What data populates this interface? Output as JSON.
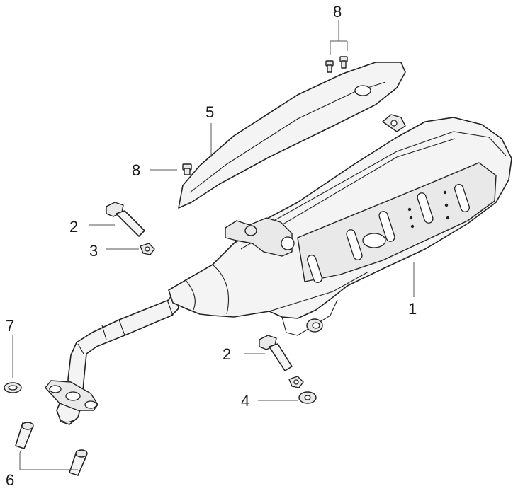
{
  "callouts": {
    "muffler": "1",
    "bolt_left": "2",
    "bolt_right": "2",
    "clip": "3",
    "washer": "4",
    "heat_shield": "5",
    "stud": "6",
    "gasket": "7",
    "screw_left": "8",
    "screw_top": "8"
  }
}
